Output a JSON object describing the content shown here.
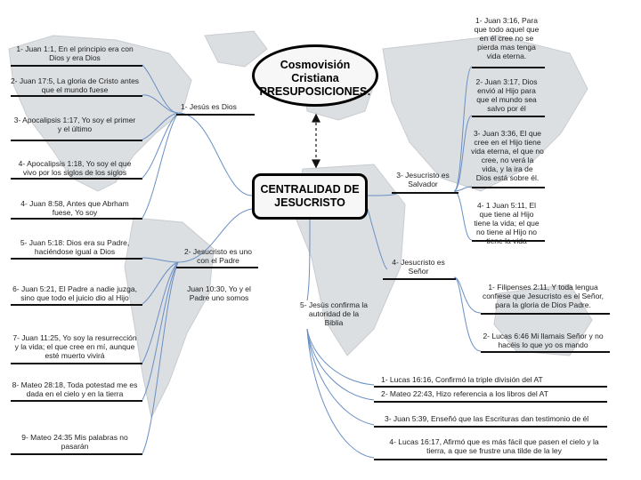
{
  "title_node": "Cosmovisión\nCristiana\nPRESUPOSICIONES:",
  "center_node": "CENTRALIDAD DE\nJESUCRISTO",
  "branches": {
    "b1": "1- Jesús es Dios",
    "b2": "2- Jesucristo es uno\ncon el Padre",
    "b2_ref": "Juan 10:30, Yo y el\nPadre uno somos",
    "b3": "3- Jesucristo es\nSalvador",
    "b4": "4- Jesucristo es\nSeñor",
    "b5": "5- Jesús confirma la\nautoridad de la\nBiblia"
  },
  "left_refs": [
    "1- Juan 1:1, En el principio era con\nDios y era Dios",
    "2- Juan 17:5, La gloria de Cristo antes\nque el mundo fuese",
    "3- Apocalipsis 1:17, Yo soy el primer\ny el último",
    "4- Apocalipsis 1:18, Yo soy el que\nvivo por los siglos de los siglos",
    "4- Juan 8:58,  Antes que Abrham\nfuese, Yo soy",
    "5- Juan 5:18: Dios era su Padre,\nhaciéndose igual a Dios",
    "6- Juan 5:21, El Padre a nadie juzga,\nsino que todo el juicio dio al Hijo",
    "7- Juan 11:25, Yo soy la resurrección\ny la vida; el que cree en mí, aunque\nesté muerto vivirá",
    "8- Mateo 28:18, Toda potestad me es\ndada en el cielo y en la tierra",
    "9- Mateo 24:35 Mis palabras no\npasarán"
  ],
  "right_refs_salvador": [
    "1- Juan 3:16, Para\nque todo aquel que\nen él cree no se\npierda mas tenga\nvida eterna.",
    "2- Juan 3:17, Dios\nenvió al Hijo para\nque el mundo sea\nsalvo por él",
    "3- Juan 3:36, El que\ncree en el Hijo tiene\nvida eterna, el que no\ncree, no verá la\nvida, y la ira de\nDios está sobre él.",
    "4- 1 Juan 5:11, El\nque tiene al Hijo\ntiene la vida; el que\nno tiene al Hijo no\ntiene la vida"
  ],
  "right_refs_senor": [
    "1- Filipenses 2:11, Y toda lengua\nconfiese que Jesucristo es el Señor,\npara la gloria de Dios Padre.",
    "2- Lucas 6:46 Mi llamais Señor y no\nhacéis lo que yo os mando"
  ],
  "bible_refs": [
    "1- Lucas 16:16, Confirmó la triple división del AT",
    "2- Mateo 22:43, Hizo referencia a los libros del AT",
    "3- Juan 5:39, Enseñó que las Escrituras dan testimonio de él",
    "4- Lucas 16:17, Afirmó que es más fácil que pasen el cielo y la\ntierra, a que se frustre una tilde de la ley"
  ],
  "colors": {
    "connector": "#6a8fc4",
    "underline": "#111111",
    "map": "#d9dcdf",
    "hub_border": "#000000"
  }
}
